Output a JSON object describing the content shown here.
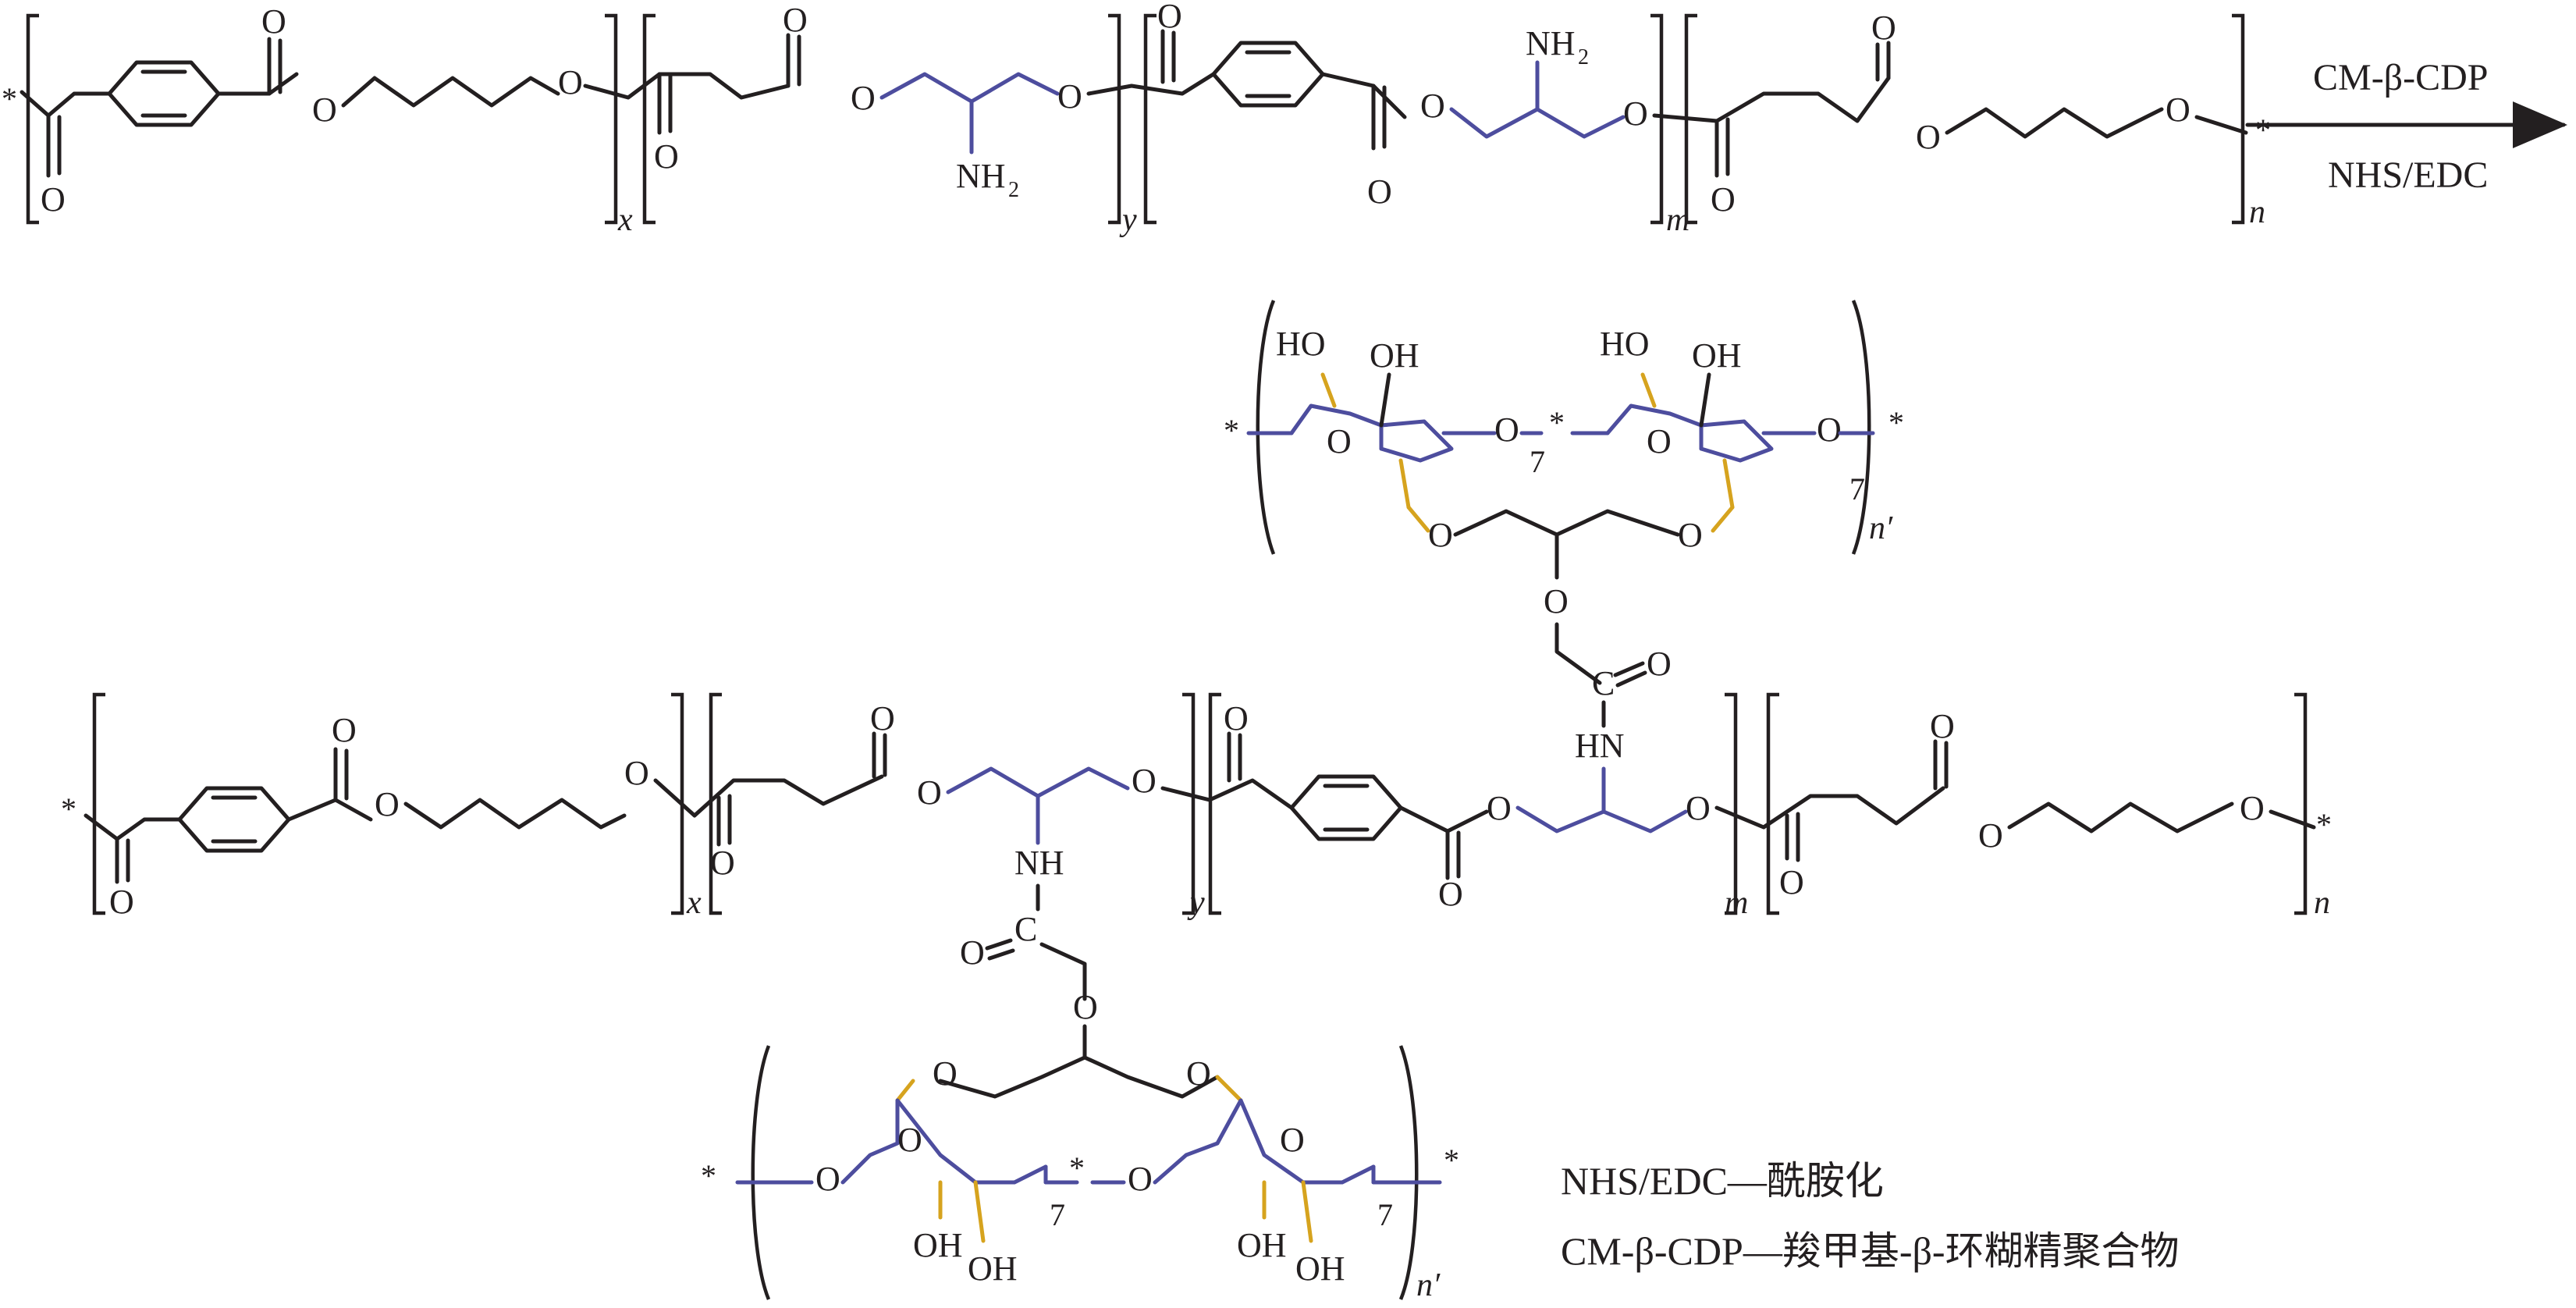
{
  "reaction": {
    "reagent_top": "CM-β-CDP",
    "reagent_bottom": "NHS/EDC"
  },
  "labels": {
    "O": "O",
    "NH2": "NH",
    "NH2_sub": "2",
    "NH": "NH",
    "HN": "HN",
    "HO": "HO",
    "OH": "OH",
    "C": "C",
    "star": "*"
  },
  "indices": {
    "x": "x",
    "y": "y",
    "m": "m",
    "n": "n",
    "n_prime": "n′",
    "seven": "7"
  },
  "legend": {
    "line1": "NHS/EDC—酰胺化",
    "line2": "CM-β-CDP—羧甲基-β-环糊精聚合物"
  },
  "colors": {
    "backbone": "#231f20",
    "serinol_unit": "#4d4d9e",
    "linker": "#d6a31e"
  }
}
